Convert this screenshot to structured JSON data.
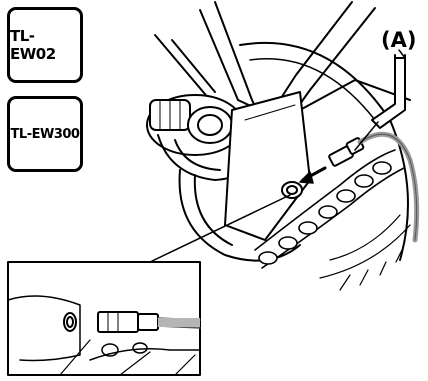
{
  "tools": [
    {
      "label": "TL-EW02"
    },
    {
      "label": "TL-EW300"
    }
  ],
  "callout": {
    "label": "(A)"
  },
  "colors": {
    "line": "#000000",
    "cable": "#9a9a9a",
    "background": "#ffffff"
  }
}
